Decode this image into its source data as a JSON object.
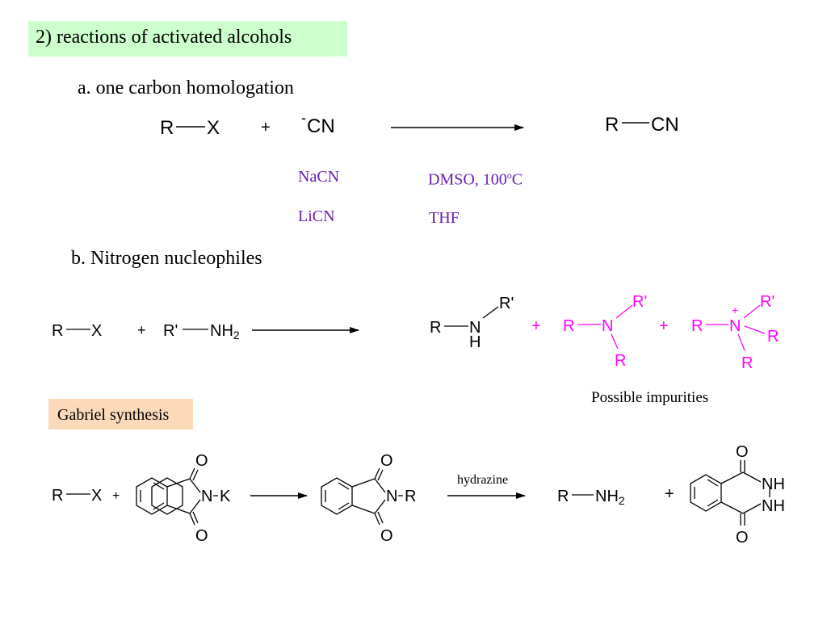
{
  "title": "2) reactions of activated alcohols",
  "section_a": {
    "heading": "a. one carbon homologation",
    "reactant1": {
      "r": "R",
      "x": "X"
    },
    "plus": "+",
    "reagent": {
      "charge": "-",
      "label": "CN"
    },
    "product": {
      "r": "R",
      "cn": "CN"
    },
    "conditions": [
      {
        "reagent": "NaCN",
        "solvent": "DMSO, 100",
        "sup": "o",
        "unit": "C"
      },
      {
        "reagent": "LiCN",
        "solvent": "THF",
        "sup": "",
        "unit": ""
      }
    ]
  },
  "section_b": {
    "heading": "b. Nitrogen nucleophiles",
    "reactant1": {
      "r": "R",
      "x": "X"
    },
    "plus": "+",
    "amine": {
      "r": "R'",
      "n": "NH",
      "sub": "2"
    },
    "product": {
      "r": "R",
      "n": "N",
      "h": "H",
      "rp": "R'"
    },
    "impurity1": {
      "r": "R",
      "n": "N",
      "rp": "R'",
      "r2": "R"
    },
    "impurity2": {
      "r": "R",
      "n": "N",
      "charge": "+",
      "rp": "R'",
      "r2": "R",
      "r3": "R"
    },
    "impurities_label": "Possible impurities",
    "impurity_color": "#ff00ff"
  },
  "gabriel": {
    "label": "Gabriel synthesis",
    "reactant1": {
      "r": "R",
      "x": "X"
    },
    "plus": "+",
    "phthalimide_k": {
      "o": "O",
      "n": "N",
      "k": "K"
    },
    "intermediate": {
      "o": "O",
      "n": "N",
      "r": "R"
    },
    "reagent": "hydrazine",
    "product": {
      "r": "R",
      "n": "NH",
      "sub": "2"
    },
    "byproduct": {
      "o": "O",
      "nh": "NH"
    }
  },
  "colors": {
    "title_bg": "#ccffcc",
    "gabriel_bg": "#fcd9b8",
    "conditions": "#6a1fb0"
  }
}
